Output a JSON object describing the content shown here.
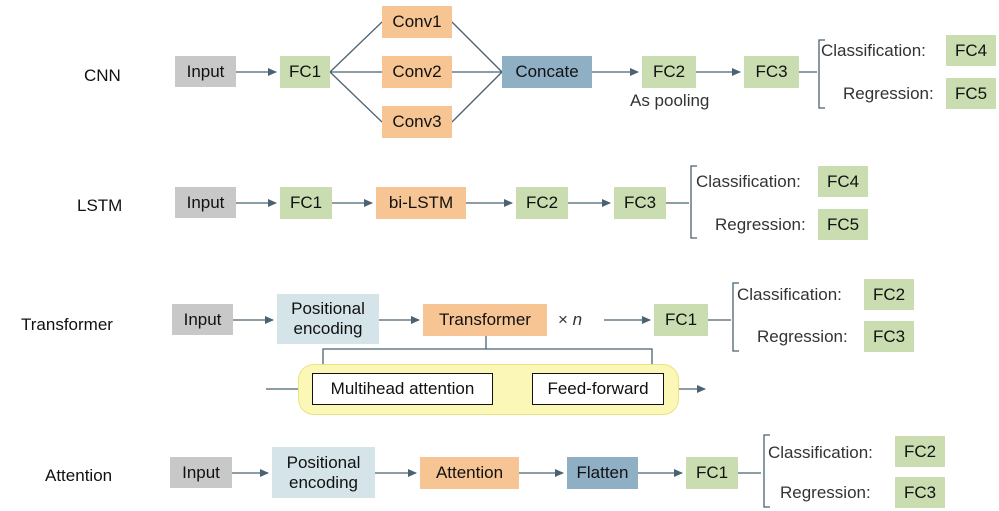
{
  "cnn": {
    "label": "CNN",
    "input": "Input",
    "fc1": "FC1",
    "conv1": "Conv1",
    "conv2": "Conv2",
    "conv3": "Conv3",
    "concate": "Concate",
    "fc2": "FC2",
    "fc2_note": "As pooling",
    "fc3": "FC3",
    "classification": "Classification:",
    "regression": "Regression:",
    "fc4": "FC4",
    "fc5": "FC5"
  },
  "lstm": {
    "label": "LSTM",
    "input": "Input",
    "fc1": "FC1",
    "bilstm": "bi-LSTM",
    "fc2": "FC2",
    "fc3": "FC3",
    "classification": "Classification:",
    "regression": "Regression:",
    "fc4": "FC4",
    "fc5": "FC5"
  },
  "transformer": {
    "label": "Transformer",
    "input": "Input",
    "positional": "Positional\nencoding",
    "transformer": "Transformer",
    "times": "×",
    "n": "n",
    "fc1": "FC1",
    "classification": "Classification:",
    "regression": "Regression:",
    "fc2": "FC2",
    "fc3": "FC3",
    "multihead": "Multihead attention",
    "feedforward": "Feed-forward"
  },
  "attention": {
    "label": "Attention",
    "input": "Input",
    "positional": "Positional\nencoding",
    "attention": "Attention",
    "flatten": "Flatten",
    "fc1": "FC1",
    "classification": "Classification:",
    "regression": "Regression:",
    "fc2": "FC2",
    "fc3": "FC3"
  }
}
